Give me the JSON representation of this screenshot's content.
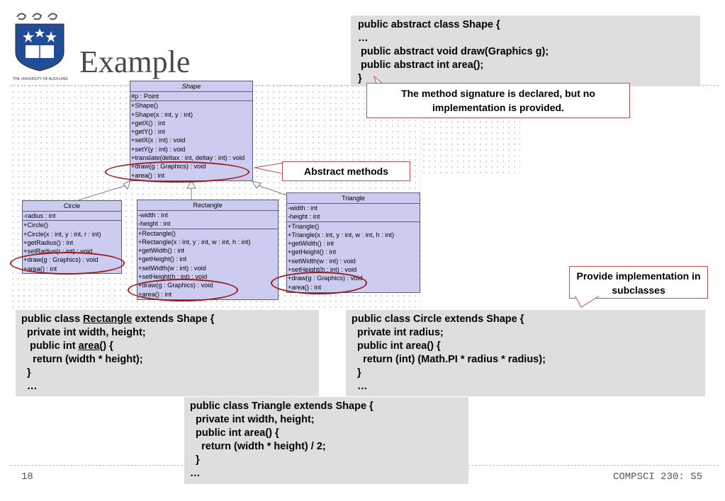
{
  "slide": {
    "title": "Example",
    "page_number": "18",
    "course": "COMPSCI 230: S5",
    "logo_text": "THE UNIVERSITY OF AUCKLAND"
  },
  "abstract_code": {
    "lines": [
      "public abstract class Shape {",
      "…",
      " public abstract void draw(Graphics g);",
      " public abstract int area();",
      "}"
    ]
  },
  "callouts": {
    "signature_note": "The method signature is declared, but no implementation is provided.",
    "abstract_methods": "Abstract methods",
    "provide_impl": "Provide implementation in subclasses"
  },
  "uml": {
    "shape": {
      "name": "Shape",
      "attributes": [
        "#p : Point"
      ],
      "methods": [
        "+Shape()",
        "+Shape(x : int, y : int)",
        "+getX() : int",
        "+getY() : int",
        "+setX(x : int) : void",
        "+setY(y : int) : void",
        "+translate(deltax : int, deltay : int) : void",
        "+draw(g : Graphics) : void",
        "+area() : int"
      ]
    },
    "circle": {
      "name": "Circle",
      "attributes": [
        "-radius : int"
      ],
      "methods": [
        "+Circle()",
        "+Circle(x : int, y : int, r : int)",
        "+getRadius() : int",
        "+setRadius(r : int) : void",
        "+draw(g : Graphics) : void",
        "+area() : int"
      ]
    },
    "rectangle": {
      "name": "Rectangle",
      "attributes": [
        "-width : int",
        "-height : int"
      ],
      "methods": [
        "+Rectangle()",
        "+Rectangle(x : int, y : int, w : int, h : int)",
        "+getWidth() : int",
        "+getHeight() : int",
        "+setWidth(w : int) : void",
        "+setHeight(h : int) : void",
        "+draw(g : Graphics) : void",
        "+area() : int"
      ]
    },
    "triangle": {
      "name": "Triangle",
      "attributes": [
        "-width : int",
        "-height : int"
      ],
      "methods": [
        "+Triangle()",
        "+Triangle(x : int, y : int, w : int, h : int)",
        "+getWidth() : int",
        "+getHeight() : int",
        "+setWidth(w : int) : void",
        "+setHeight(h : int) : void",
        "+draw(g : Graphics) : void",
        "+area() : int"
      ]
    }
  },
  "rectangle_code": {
    "l1_pre": "public class ",
    "l1_class": "Rectangle",
    "l1_post": " extends Shape {",
    "l2": "  private int width, height;",
    "l3_pre": "   public int ",
    "l3_method": "area",
    "l3_post": "() {",
    "l4": "    return (width * height);",
    "l5": "  }",
    "l6": "  …"
  },
  "circle_code": {
    "lines": [
      "public class Circle extends Shape {",
      "  private int radius;",
      "  public int area() {",
      "    return (int) (Math.PI * radius * radius);",
      "  }",
      "  …"
    ]
  },
  "triangle_code": {
    "lines": [
      "public class Triangle extends Shape {",
      "  private int width, height;",
      "  public int area() {",
      "    return (width * height) / 2;",
      "  }",
      "…"
    ]
  }
}
